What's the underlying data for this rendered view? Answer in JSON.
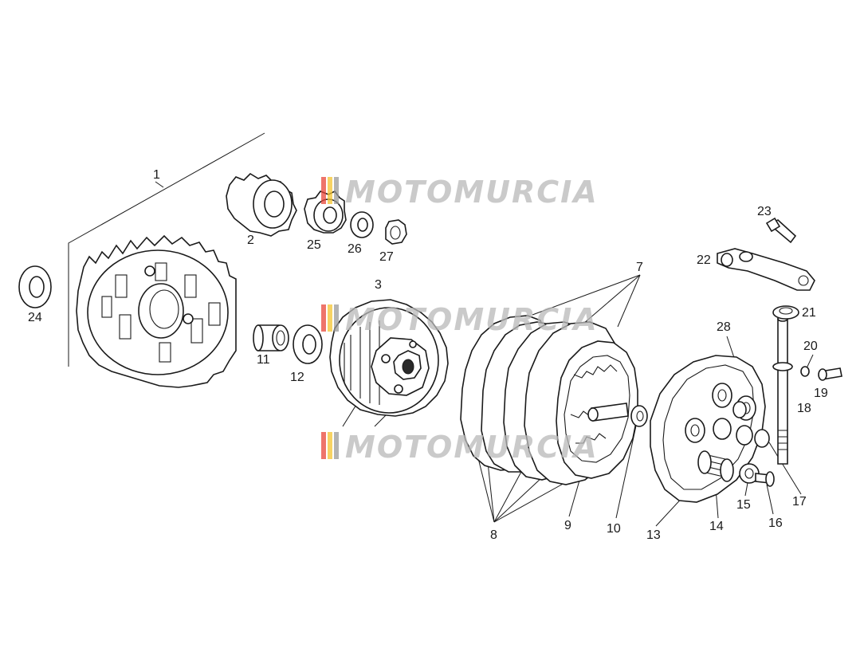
{
  "watermark": {
    "text": "MOTOMURCIA",
    "colors": {
      "stripe_red": "#e8473a",
      "stripe_yellow": "#f4c430",
      "stripe_gray": "#9a9a9a",
      "text": "#b9b9b9"
    }
  },
  "callouts": [
    "1",
    "2",
    "3",
    "7",
    "8",
    "9",
    "10",
    "11",
    "12",
    "13",
    "14",
    "15",
    "16",
    "17",
    "18",
    "19",
    "20",
    "21",
    "22",
    "23",
    "24",
    "25",
    "26",
    "27",
    "28"
  ],
  "colors": {
    "line": "#1a1a1a",
    "background": "#ffffff"
  }
}
